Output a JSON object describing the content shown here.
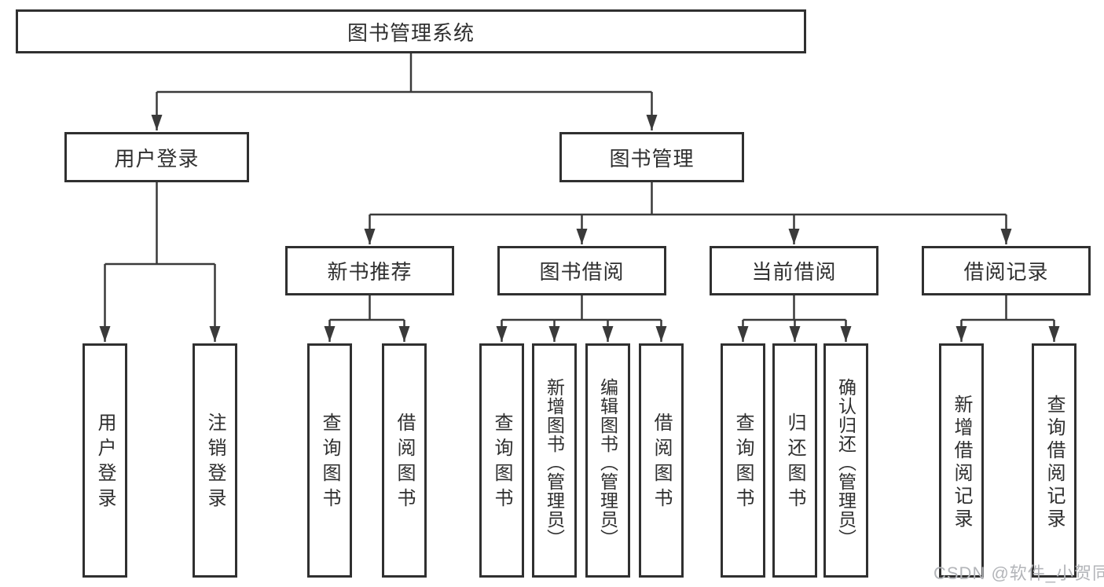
{
  "tree": {
    "root": "图书管理系统",
    "branches": [
      {
        "label": "用户登录",
        "children": [
          "用户登录",
          "注销登录"
        ]
      },
      {
        "label": "图书管理",
        "sections": [
          {
            "label": "新书推荐",
            "children": [
              "查询图书",
              "借阅图书"
            ]
          },
          {
            "label": "图书借阅",
            "children": [
              "查询图书",
              "新增图书（管理员）",
              "编辑图书（管理员）",
              "借阅图书"
            ]
          },
          {
            "label": "当前借阅",
            "children": [
              "查询图书",
              "归还图书",
              "确认归还（管理员）"
            ]
          },
          {
            "label": "借阅记录",
            "children": [
              "新增借阅记录",
              "查询借阅记录"
            ]
          }
        ]
      }
    ]
  },
  "watermark": "CSDN @软件_小贺同学",
  "colors": {
    "line": "#3a3a3a",
    "border": "#303030",
    "text": "#2f2f2f",
    "background": "#ffffff",
    "watermark": "#b3b5b9"
  }
}
